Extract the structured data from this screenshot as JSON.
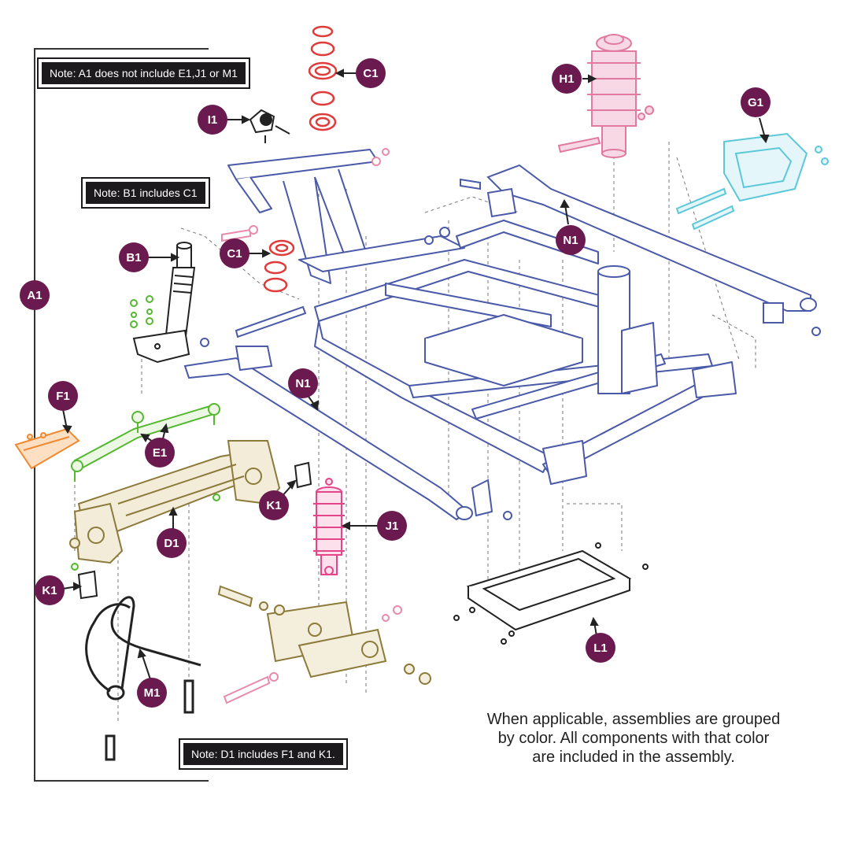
{
  "notes": {
    "a1": "Note: A1 does not include E1,J1 or M1",
    "b1": "Note: B1 includes C1",
    "d1": "Note: D1 includes F1 and K1."
  },
  "caption": {
    "line1": "When applicable, assemblies are grouped",
    "line2": "by color. All components with that color",
    "line3": "are included in the assembly."
  },
  "callouts": {
    "a1": "A1",
    "b1": "B1",
    "c1_top": "C1",
    "c1_mid": "C1",
    "d1": "D1",
    "e1": "E1",
    "f1": "F1",
    "g1": "G1",
    "h1": "H1",
    "i1": "I1",
    "j1": "J1",
    "k1_right": "K1",
    "k1_left": "K1",
    "l1": "L1",
    "m1": "M1",
    "n1_right": "N1",
    "n1_left": "N1"
  },
  "colors": {
    "badge": "#6b1a4f",
    "frame": "#4a5aa8",
    "bearings": "#e03a3a",
    "shock": "#e6448a",
    "hub": "#f0a8c0",
    "cover": "#5bc8d8",
    "axle": "#8c7a3a",
    "tie_rod": "#55b830",
    "bumper": "#f08a30",
    "dark_part": "#222222"
  }
}
